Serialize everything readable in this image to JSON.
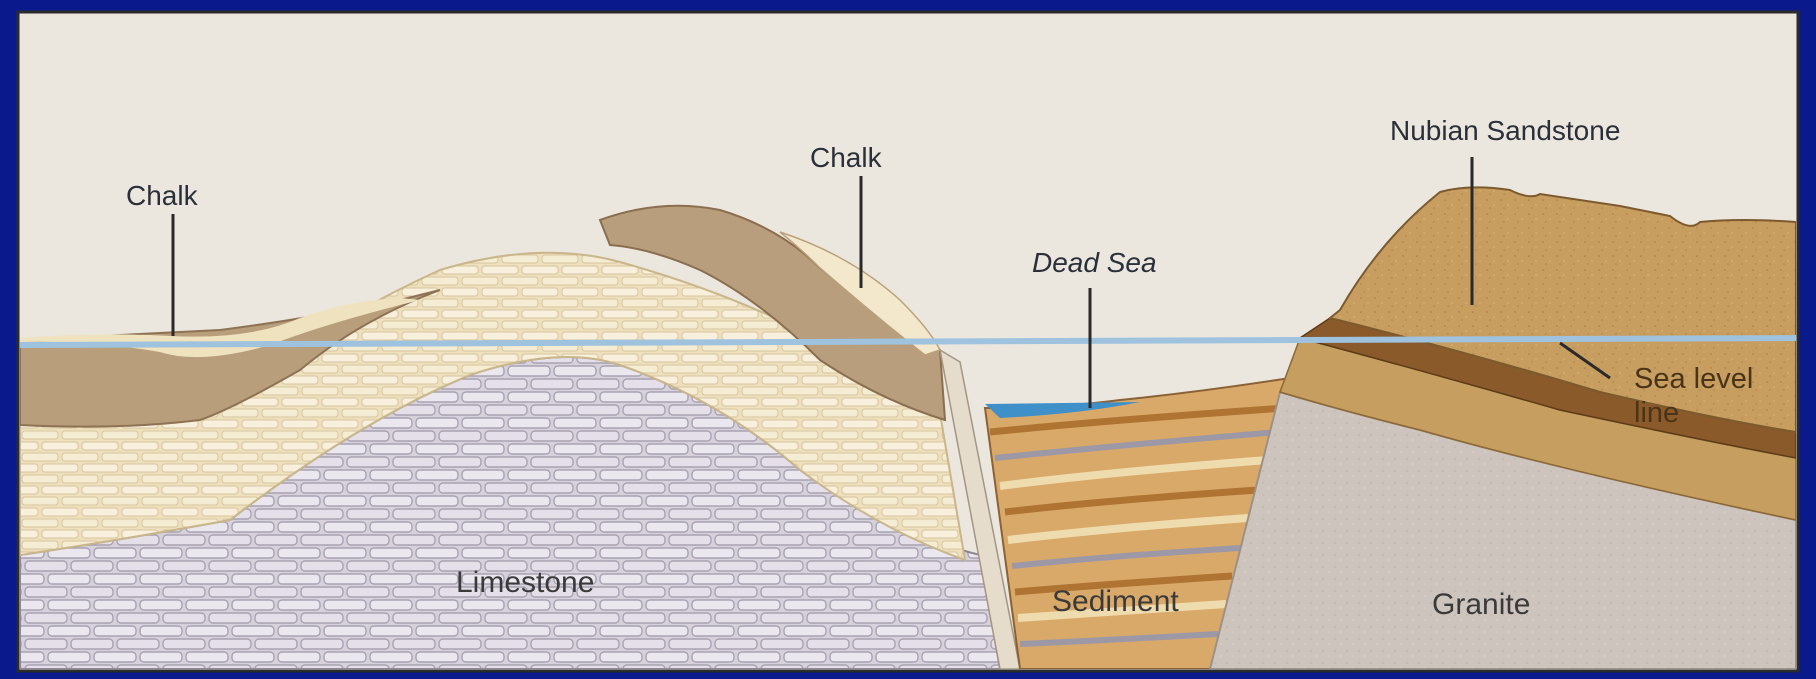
{
  "diagram": {
    "labels": {
      "chalk_left": "Chalk",
      "chalk_center": "Chalk",
      "dead_sea": "Dead Sea",
      "nubian_sandstone": "Nubian Sandstone",
      "sea_level_line_1": "Sea level",
      "sea_level_line_2": "line",
      "limestone": "Limestone",
      "sediment": "Sediment",
      "granite": "Granite"
    },
    "colors": {
      "frame_background": "#0a1a8c",
      "sky": "#e9e5dc",
      "chalk_tan": "#b89e7c",
      "chalk_cream": "#f0e6c8",
      "limestone": "#d4cfd8",
      "sandstone": "#c49a5c",
      "sandstone_dark": "#8a5a2a",
      "granite": "#cfc7bf",
      "sediment_orange": "#c98b40",
      "sediment_cream": "#ecd7a6",
      "water": "#3f8fc9",
      "sea_level_line": "#9fc2de"
    }
  }
}
